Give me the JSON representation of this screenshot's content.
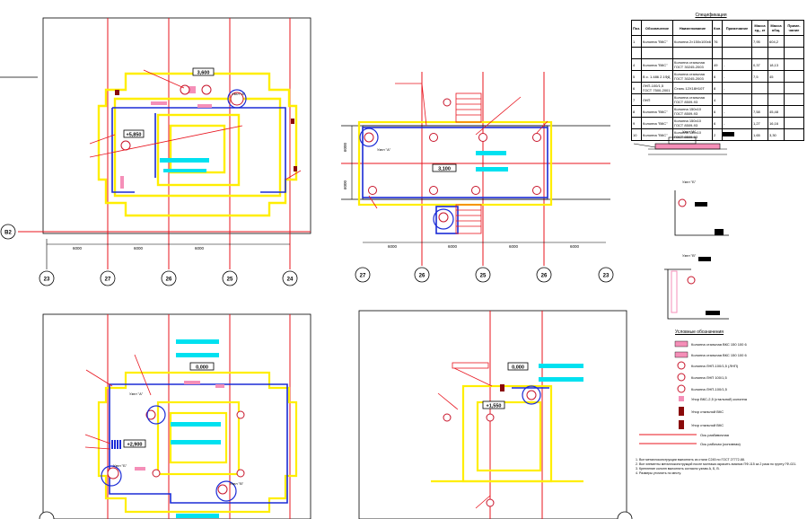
{
  "dimensions": {
    "top_left": [
      "6000",
      "6000",
      "6000"
    ],
    "top_right": [
      "6000",
      "6000",
      "6000",
      "6000"
    ],
    "vertical": [
      "6000",
      "6000"
    ]
  },
  "axes": {
    "top_left": [
      "23",
      "27",
      "26",
      "25",
      "24"
    ],
    "top_right": [
      "27",
      "26",
      "25",
      "26",
      "23"
    ],
    "side_marker": "B2"
  },
  "elevations": {
    "top_left": [
      "3,600",
      "+5,850"
    ],
    "top_right": [
      "3,100"
    ],
    "bottom_left": [
      "0,000",
      "+2,900"
    ],
    "bottom_right": [
      "0,000",
      "+1,550"
    ]
  },
  "nodes": {
    "a": "Узел \"А\"",
    "b": "Узел \"Б\"",
    "v": "Узел \"В\""
  },
  "spec": {
    "title": "Спецификация",
    "headers": [
      "Поз.",
      "Обозначение",
      "Наименование",
      "Кол.",
      "Примечание",
      "Масса ед., кг",
      "Масса общ.",
      "Приме-чание"
    ],
    "rows": [
      [
        "1",
        "Колонна \"ВКС\"",
        "Колонна 2×150х100х6",
        "76",
        "",
        "7,95",
        "604,2",
        ""
      ],
      [
        "",
        "",
        "",
        "",
        "",
        "",
        "",
        ""
      ],
      [
        "4",
        "Колонна \"ВКС\"",
        "Колонна стальная ГОСТ 30245-2003",
        "49",
        "-",
        "0,37",
        "18,13",
        ""
      ],
      [
        "5",
        "В с. 1.486 2.1ФД",
        "Колонна стальная ГОСТ 30245-2003",
        "6",
        "-",
        "7,5",
        "45",
        ""
      ],
      [
        "6",
        "ЛНП-100/1,5 ГОСТ 7500-2001",
        "Сталь 12Х18Н10Т",
        "8",
        "-",
        "",
        "",
        ""
      ],
      [
        "7",
        "ЛНП",
        "Колонна стальная ГОСТ 8509-93",
        "4",
        "",
        "",
        "",
        ""
      ],
      [
        "8",
        "Колонна \"ВКС\"",
        "Колонна 150х10 ГОСТ 8509-93",
        "6",
        "-",
        "7,58",
        "45,48",
        ""
      ],
      [
        "9",
        "Колонна \"ВКС\"",
        "Колонна 150х10 ГОСТ 8509-93",
        "6",
        "-",
        "1,27",
        "16,16",
        ""
      ],
      [
        "10",
        "Колонна \"ВКС\"",
        "Колонна 150х10 ГОСТ 8509-93",
        "2",
        "-",
        "1,65",
        "3,30",
        ""
      ]
    ]
  },
  "legend": {
    "title": "Условные обозначения",
    "items": [
      "Колонна стальная ВКС 150 100 6",
      "Колонна стальная ВКС 150 100 6",
      "Колонна ЛНП-100/1,5 (ЛНП)",
      "Колонна ЛНП 100/1,5",
      "Колонна ЛНП-100/1,5",
      "Упор ВКС-2,5 (стальной) колонна",
      "Упор стальной ВКС",
      "Упор стальной ВКС",
      "Ось разбивочная",
      "Ось рабочая (основная)"
    ]
  },
  "notes": [
    "1. Все металлоконструкции выполнить из стали С245 по ГОСТ 27772-88.",
    "2. Все элементы металлоконструкций после монтажа окрасить эмалью ПФ-115 за 2 раза по грунту ГФ-021.",
    "3. Крепление колонн выполнить согласно узлам А, Б, В.",
    "4. Размеры уточнить по месту."
  ],
  "colors": {
    "outline": "#000000",
    "axis": "#e8141e",
    "wall": "#ffee00",
    "pipe": "#1b2bd6",
    "cyan": "#00e1f0",
    "pink": "#f58fb8",
    "marker": "#8a0a0a",
    "dim": "#000000"
  }
}
